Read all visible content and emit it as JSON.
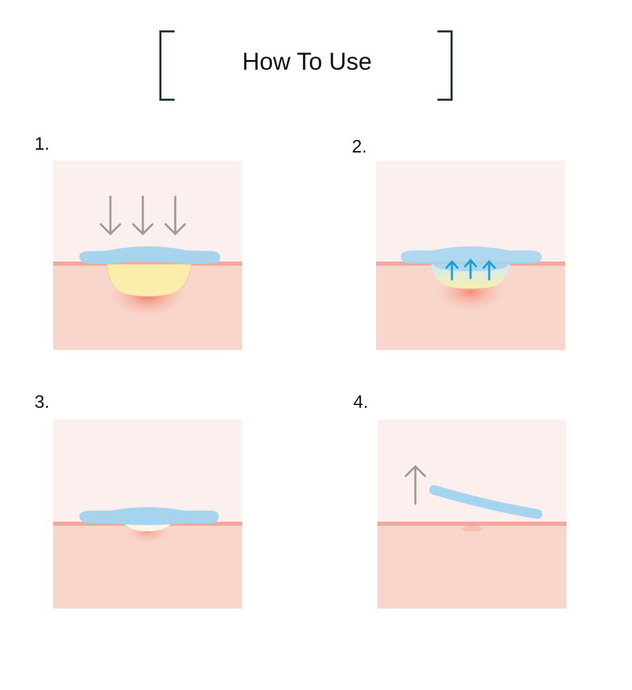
{
  "title": "How To Use",
  "colors": {
    "bracket": "#1d3b32",
    "skin_top": "#fbf0ee",
    "skin": "#f9d6cc",
    "skin_line": "#eeaa9c",
    "patch": "#a6d4ef",
    "pimple": "#fbeead",
    "arrow_gray": "#9a9a9a",
    "arrow_blue": "#1b9fd0"
  },
  "steps": [
    {
      "label": "1."
    },
    {
      "label": "2."
    },
    {
      "label": "3."
    },
    {
      "label": "4."
    }
  ]
}
